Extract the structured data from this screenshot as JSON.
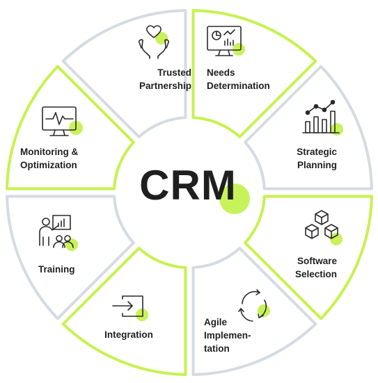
{
  "center": {
    "title": "CRM"
  },
  "colors": {
    "accent": "#c6f24e",
    "gray_border": "#d5dbe2",
    "text": "#1f1f1f",
    "accent_dot": "#c8f25a"
  },
  "segments": [
    {
      "label": "Trusted\nPartnership",
      "icon": "heart-hands-icon",
      "highlight": false
    },
    {
      "label": "Needs\nDetermination",
      "icon": "dashboard-monitor-icon",
      "highlight": true
    },
    {
      "label": "Strategic\nPlanning",
      "icon": "growth-chart-icon",
      "highlight": false
    },
    {
      "label": "Software\nSelection",
      "icon": "cubes-icon",
      "highlight": true
    },
    {
      "label": "Agile\nImplemen-\ntation",
      "icon": "cycle-arrows-icon",
      "highlight": false
    },
    {
      "label": "Integration",
      "icon": "sign-in-icon",
      "highlight": true
    },
    {
      "label": "Training",
      "icon": "presentation-icon",
      "highlight": false
    },
    {
      "label": "Monitoring &\nOptimization",
      "icon": "monitor-pulse-icon",
      "highlight": true
    }
  ]
}
